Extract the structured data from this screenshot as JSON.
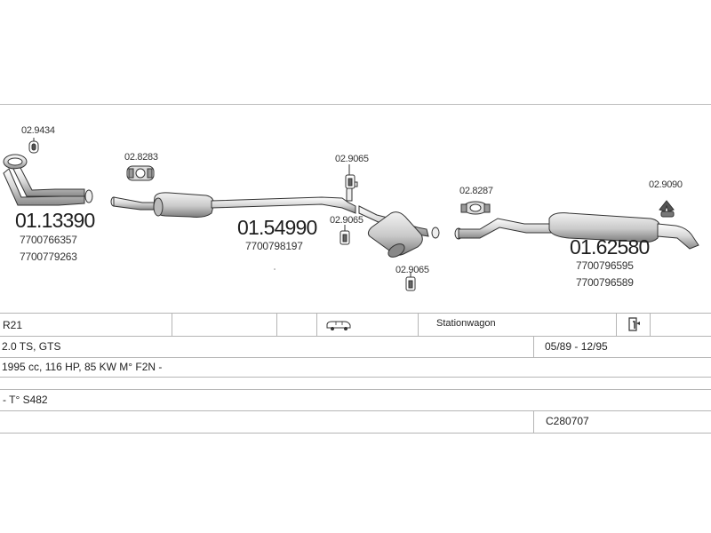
{
  "parts": {
    "front_pipe": {
      "number": "01.13390",
      "oem": [
        "7700766357",
        "7700779263"
      ]
    },
    "middle_silencer": {
      "number": "01.54990",
      "oem": [
        "7700798197"
      ]
    },
    "rear_silencer": {
      "number": "01.62580",
      "oem": [
        "7700796595",
        "7700796589"
      ]
    }
  },
  "fittings": {
    "gasket_front": "02.9434",
    "clamp_middle": "02.8283",
    "hanger_top": "02.9065",
    "hanger_mid": "02.9065",
    "hanger_bottom": "02.9065",
    "clamp_rear": "02.8287",
    "hanger_rear": "02.9090"
  },
  "vehicle": {
    "model": "R21",
    "body_type": "Stationwagon",
    "engine_version": "2.0 TS, GTS",
    "production_period": "05/89 - 12/95",
    "engine_details": "1995 cc, 116 HP, 85 KW M° F2N -",
    "type_code": "- T° S482",
    "catalog_code": "C280707"
  },
  "icons": {
    "body_icon": "station-wagon-car-icon",
    "document_icon": "document-edit-icon"
  },
  "colors": {
    "line": "#b5b5b5",
    "part_stroke": "#333333",
    "part_fill": "#d9d9d9",
    "text": "#222222"
  }
}
